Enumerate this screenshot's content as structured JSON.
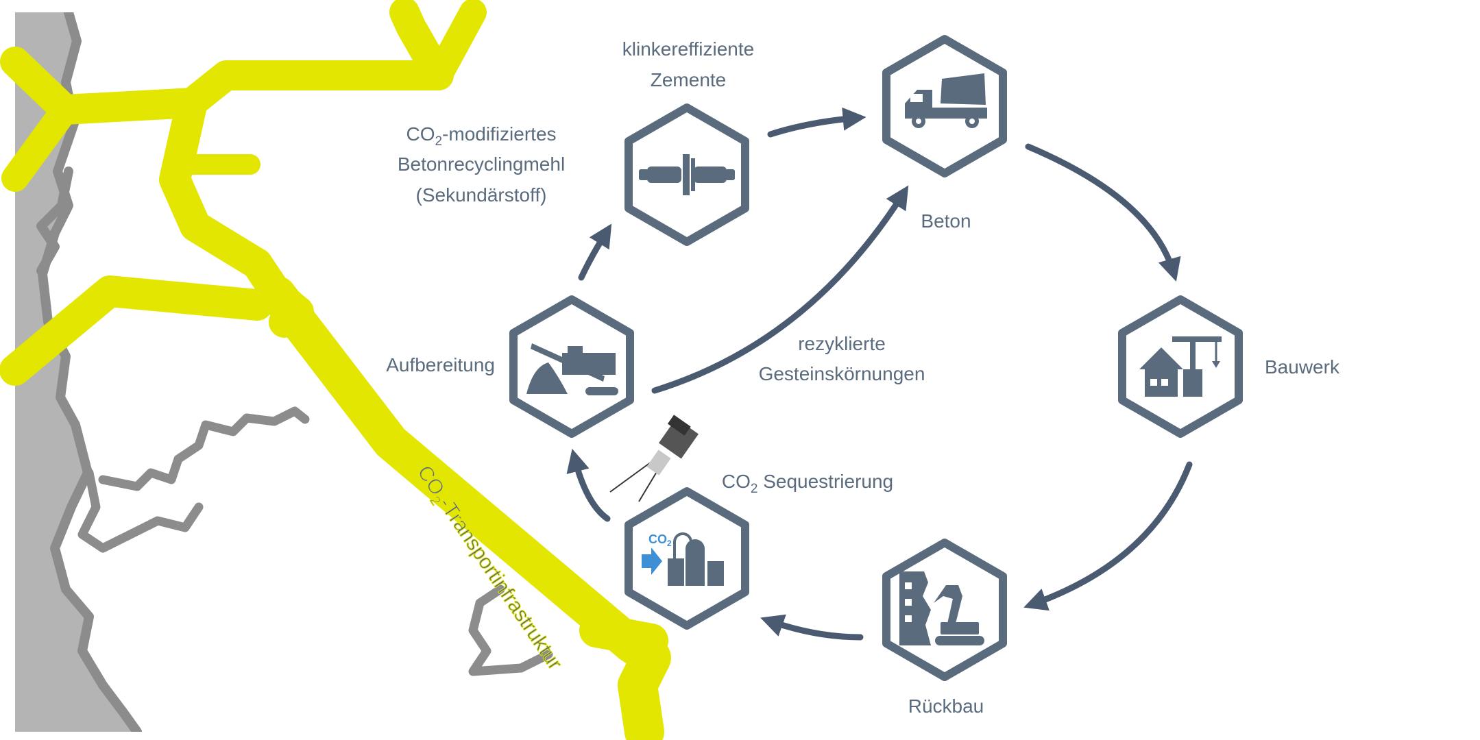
{
  "colors": {
    "map_land": "#b4b4b4",
    "map_border": "#8c8c8c",
    "pipeline": "#e3e600",
    "hex_stroke": "#5a6b7d",
    "icon": "#5a6b7d",
    "arrow": "#4a5a70",
    "text": "#5a6b7d",
    "co2_blue": "#3f8fd6"
  },
  "pipeline": {
    "label_main": "CO",
    "label_sub": "2",
    "label_rest": "-Transportinfrastruktur"
  },
  "nodes": {
    "cement": {
      "icon": "mill-cylinder-icon",
      "label_line1": "klinkereffiziente",
      "label_line2": "Zemente"
    },
    "concrete": {
      "icon": "concrete-mixer-truck-icon",
      "label": "Beton"
    },
    "building": {
      "icon": "house-with-crane-icon",
      "label": "Bauwerk"
    },
    "demolition": {
      "icon": "demolition-excavator-icon",
      "label": "Rückbau"
    },
    "sequestration": {
      "icon": "co2-plant-icon",
      "icon_text_main": "CO",
      "icon_text_sub": "2",
      "label_main": "CO",
      "label_sub": "2",
      "label_rest": " Sequestrierung"
    },
    "processing": {
      "icon": "crusher-conveyor-icon",
      "label": "Aufbereitung"
    }
  },
  "annotations": {
    "recycled_powder": {
      "line1_main": "CO",
      "line1_sub": "2",
      "line1_rest": "-modifiziertes",
      "line2": "Betonrecyclingmehl",
      "line3": "(Sekundärstoff)"
    },
    "recycled_aggregates": {
      "line1": "rezyklierte",
      "line2": "Gesteinskörnungen"
    }
  },
  "satellite": {
    "icon": "satellite-icon"
  }
}
